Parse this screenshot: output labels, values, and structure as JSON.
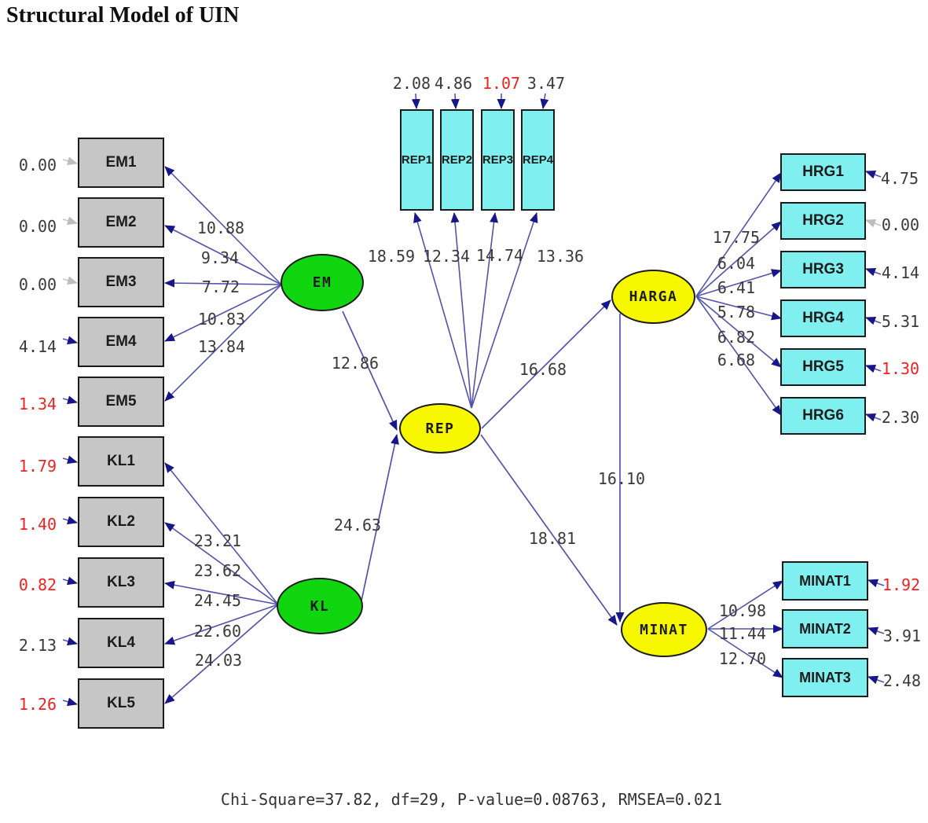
{
  "title": "Structural Model of UIN",
  "fit_line": "Chi-Square=37.82, df=29, P-value=0.08763, RMSEA=0.021",
  "colors": {
    "latent_exogenous_fill": "#0fd60f",
    "latent_endogenous_fill": "#f7f700",
    "indicator_gray_fill": "#c6c6c6",
    "indicator_cyan_fill": "#7fefef",
    "arrow_line": "#5353ae",
    "arrowhead": "#17178a",
    "gray_arrow": "#c0c0c0",
    "number_text": "#3a3a3a",
    "red_text": "#ee2222"
  },
  "latents": {
    "em": "EM",
    "kl": "KL",
    "rep": "REP",
    "harga": "HARGA",
    "minat": "MINAT"
  },
  "em_indicators": [
    {
      "label": "EM1",
      "error": "0.00",
      "loading": "10.88"
    },
    {
      "label": "EM2",
      "error": "0.00",
      "loading": "9.34"
    },
    {
      "label": "EM3",
      "error": "0.00",
      "loading": "7.72"
    },
    {
      "label": "EM4",
      "error": "4.14",
      "loading": "10.83"
    },
    {
      "label": "EM5",
      "error": "1.34",
      "loading": "13.84"
    }
  ],
  "kl_indicators": [
    {
      "label": "KL1",
      "error": "1.79",
      "loading": "23.21"
    },
    {
      "label": "KL2",
      "error": "1.40",
      "loading": "23.62"
    },
    {
      "label": "KL3",
      "error": "0.82",
      "loading": "24.45"
    },
    {
      "label": "KL4",
      "error": "2.13",
      "loading": "22.60"
    },
    {
      "label": "KL5",
      "error": "1.26",
      "loading": "24.03"
    }
  ],
  "rep_indicators": [
    {
      "label": "REP1",
      "error": "2.08",
      "loading": "18.59"
    },
    {
      "label": "REP2",
      "error": "4.86",
      "loading": "12.34"
    },
    {
      "label": "REP3",
      "error": "1.07",
      "loading": "14.74"
    },
    {
      "label": "REP4",
      "error": "3.47",
      "loading": "13.36"
    }
  ],
  "hrg_indicators": [
    {
      "label": "HRG1",
      "error": "4.75",
      "loading": "17.75"
    },
    {
      "label": "HRG2",
      "error": "0.00",
      "loading": "6.04"
    },
    {
      "label": "HRG3",
      "error": "4.14",
      "loading": "6.41"
    },
    {
      "label": "HRG4",
      "error": "5.31",
      "loading": "5.78"
    },
    {
      "label": "HRG5",
      "error": "1.30",
      "loading": "6.82"
    },
    {
      "label": "HRG6",
      "error": "2.30",
      "loading": "6.68"
    }
  ],
  "minat_indicators": [
    {
      "label": "MINAT1",
      "error": "1.92",
      "loading": "10.98"
    },
    {
      "label": "MINAT2",
      "error": "3.91",
      "loading": "11.44"
    },
    {
      "label": "MINAT3",
      "error": "2.48",
      "loading": "12.70"
    }
  ],
  "structural_paths": {
    "em_rep": "12.86",
    "kl_rep": "24.63",
    "rep_harga": "16.68",
    "rep_minat": "18.81",
    "harga_minat": "16.10"
  }
}
